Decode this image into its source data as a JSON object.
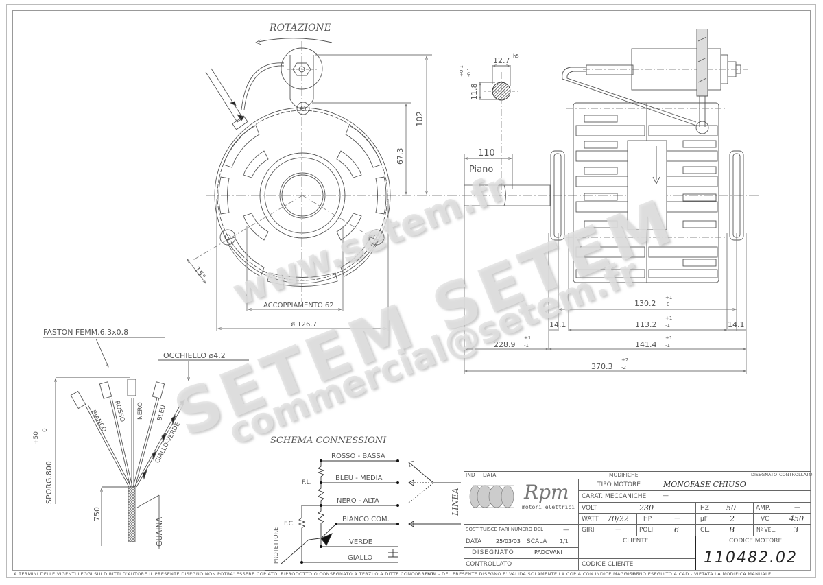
{
  "drawing": {
    "front_view": {
      "rotation_label": "ROTAZIONE",
      "dim_height_total": "102",
      "dim_height_mount": "67.3",
      "dim_angle": "15°",
      "dim_coupling": "ACCOPPIAMENTO 62",
      "dim_diameter": "ø 126.7"
    },
    "shaft_section": {
      "dim_width": "12.7",
      "dim_width_tol": "h5",
      "dim_flat": "11.8",
      "dim_flat_tol_plus": "+0.1",
      "dim_flat_tol_minus": "-0.1",
      "dim_flat_length": "110",
      "flat_label": "Piano"
    },
    "side_view": {
      "dims": [
        {
          "value": "130.2",
          "tol_plus": "+1",
          "tol_minus": "0"
        },
        {
          "value": "113.2",
          "tol_plus": "+1",
          "tol_minus": "-1"
        },
        {
          "value": "14.1",
          "tol_plus": "",
          "tol_minus": ""
        },
        {
          "value": "14.1",
          "tol_plus": "",
          "tol_minus": ""
        },
        {
          "value": "141.4",
          "tol_plus": "+1",
          "tol_minus": "-1"
        },
        {
          "value": "228.9",
          "tol_plus": "+1",
          "tol_minus": "-1"
        },
        {
          "value": "370.3",
          "tol_plus": "+2",
          "tol_minus": "-2"
        }
      ]
    },
    "harness": {
      "faston_label": "FASTON FEMM.6.3x0.8",
      "eyelet_label": "OCCHIELLO ø4.2",
      "wires": [
        "BIANCO",
        "ROSSO",
        "NERO",
        "BLEU",
        "GIALLO-VERDE"
      ],
      "length_label": "SPORG.800",
      "length_tol_plus": "+50",
      "length_tol_minus": "0",
      "sheath_length": "750",
      "sheath_label": "GUAINA"
    }
  },
  "schema": {
    "title": "SCHEMA CONNESSIONI",
    "lines": [
      "ROSSO - BASSA",
      "BLEU - MEDIA",
      "NERO - ALTA",
      "BIANCO COM.",
      "VERDE",
      "GIALLO"
    ],
    "fl_label": "F.L.",
    "fc_label": "F.C.",
    "protector_label": "PROTETTORE",
    "line_label": "LINEA"
  },
  "title_block": {
    "revision_header": {
      "ind": "IND",
      "data": "DATA",
      "modifiche": "MODIFICHE",
      "disegnato": "DISEGNATO",
      "controllato": "CONTROLLATO"
    },
    "logo": {
      "brand": "Rpm",
      "tagline": "motori elettrici"
    },
    "tipo_motore_label": "TIPO MOTORE",
    "tipo_motore": "MONOFASE CHIUSO",
    "carat_label": "CARAT. MECCANICHE",
    "carat_value": "—",
    "volt_label": "VOLT",
    "volt": "230",
    "hz_label": "HZ",
    "hz": "50",
    "amp_label": "AMP.",
    "amp": "—",
    "watt_label": "WATT",
    "watt": "70/22",
    "hp_label": "HP",
    "hp": "—",
    "uf_label": "µF",
    "uf": "2",
    "vc_label": "VC",
    "vc": "450",
    "giri_label": "GIRI",
    "giri": "—",
    "poli_label": "POLI",
    "poli": "6",
    "cl_label": "CL.",
    "cl": "B",
    "nvel_label": "Nº VEL.",
    "nvel": "3",
    "sostituisce_label": "SOSTITUISCE PARI NUMERO DEL",
    "sostituisce_value": "—",
    "data_label": "DATA",
    "data": "25/03/03",
    "scala_label": "SCALA",
    "scala": "1/1",
    "disegnato_label": "DISEGNATO",
    "disegnato": "PADOVANI",
    "controllato_label": "CONTROLLATO",
    "cliente_label": "CLIENTE",
    "codice_cliente_label": "CODICE CLIENTE",
    "codice_motore_label": "CODICE MOTORE",
    "codice_motore": "110482.02"
  },
  "footer": {
    "copyright": "A TERMINI DELLE VIGENTI LEGGI SUI DIRITTI D'AUTORE IL PRESENTE DISEGNO NON POTRA' ESSERE COPIATO, RIPRODOTTO O CONSEGNATO A TERZI O A DITTE CONCORRENTI.",
    "nb": "N.B. - DEL PRESENTE DISEGNO E' VALIDA SOLAMENTE LA COPIA CON INDICE MAGGIORE.",
    "cad": "DISEGNO ESEGUITO A CAD - VIETATA LA MODIFICA MANUALE"
  },
  "watermark": {
    "url": "www.setem.fr",
    "brand": "SETEM SETEM",
    "email": "commercial@setem.fr",
    "url2": "setem.fr"
  }
}
